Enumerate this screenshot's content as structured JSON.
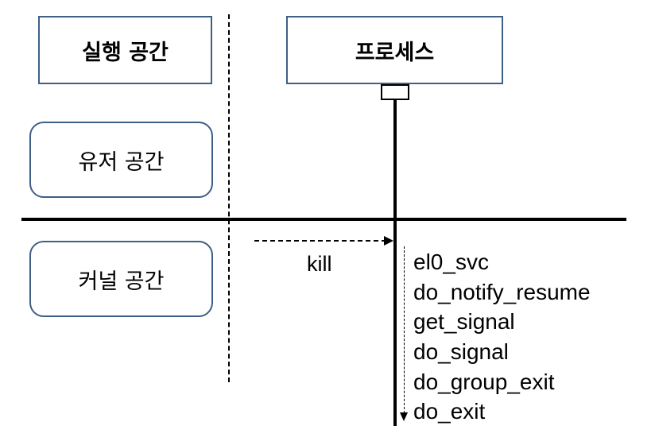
{
  "boxes": {
    "exec_space": "실행 공간",
    "process": "프로세스",
    "user_space": "유저 공간",
    "kernel_space": "커널 공간"
  },
  "syscall_label": "kill",
  "kernel_call_stack": [
    "el0_svc",
    "do_notify_resume",
    "get_signal",
    "do_signal",
    "do_group_exit",
    "do_exit"
  ],
  "colors": {
    "box_border": "#3e5f86",
    "line": "#000000",
    "background": "#ffffff"
  }
}
